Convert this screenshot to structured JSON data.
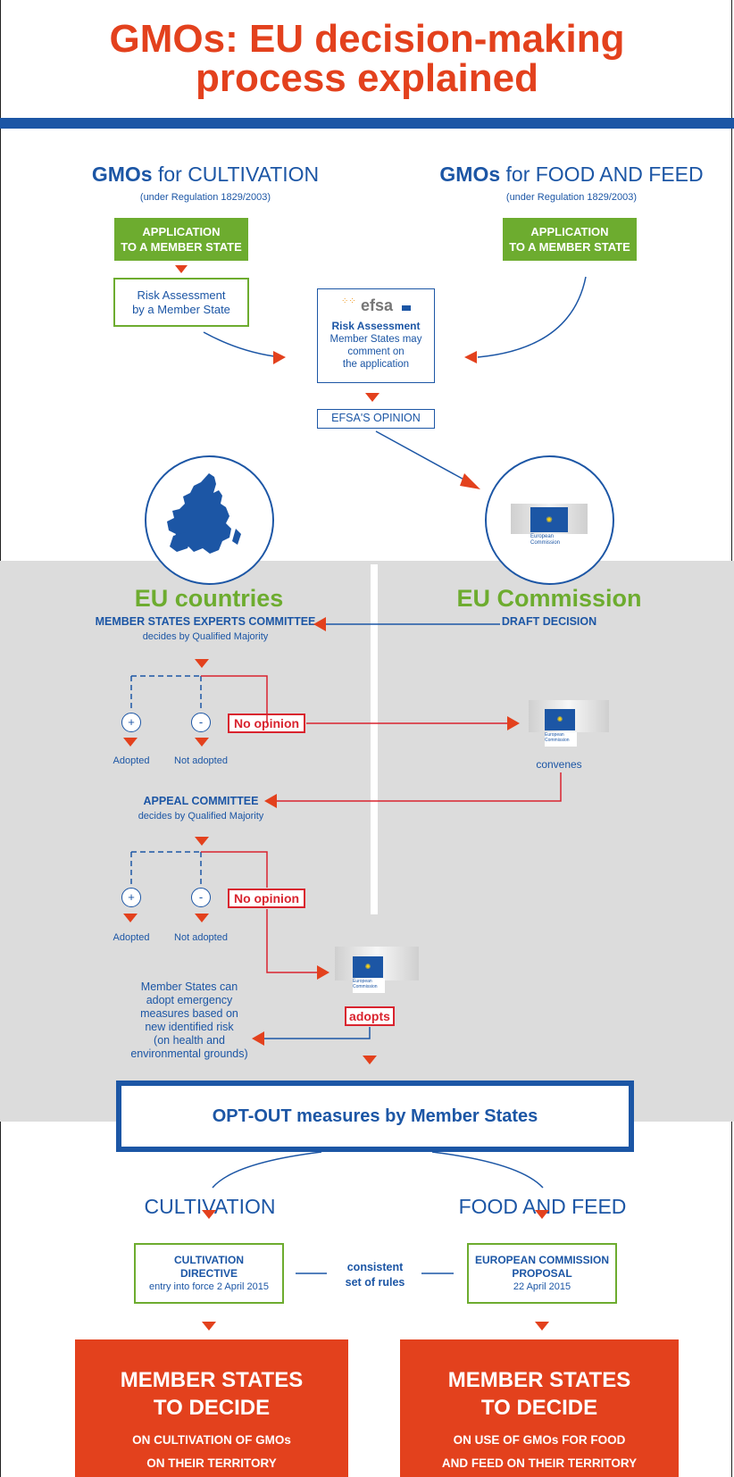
{
  "title": {
    "line1": "GMOs: EU decision-making",
    "line2": "process explained"
  },
  "left_column": {
    "head_bold": "GMOs",
    "head_rest": " for CULTIVATION",
    "regulation": "(under Regulation 1829/2003)",
    "application": [
      "APPLICATION",
      "TO A MEMBER STATE"
    ],
    "risk_assessment": [
      "Risk Assessment",
      "by a Member State"
    ]
  },
  "right_column": {
    "head_bold": "GMOs",
    "head_rest": " for FOOD AND FEED",
    "regulation": "(under Regulation 1829/2003)",
    "application": [
      "APPLICATION",
      "TO A MEMBER STATE"
    ]
  },
  "efsa": {
    "logo_text": "efsa",
    "risk_title": "Risk Assessment",
    "lines": [
      "Member States may",
      "comment on",
      "the application"
    ],
    "opinion": "EFSA'S OPINION"
  },
  "commission_logo": {
    "caption": [
      "European",
      "Commission"
    ]
  },
  "eu_countries": {
    "title": "EU countries",
    "committee": "MEMBER STATES EXPERTS COMMITTEE",
    "decides": "decides by Qualified Majority",
    "plus": "+",
    "minus": "-",
    "adopted": "Adopted",
    "not_adopted": "Not adopted",
    "no_opinion": "No opinion"
  },
  "eu_commission": {
    "title": "EU Commission",
    "draft": "DRAFT DECISION",
    "convenes": "convenes"
  },
  "appeal": {
    "committee": "APPEAL COMMITTEE",
    "decides": "decides by Qualified Majority",
    "plus": "+",
    "minus": "-",
    "adopted": "Adopted",
    "not_adopted": "Not adopted",
    "no_opinion": "No opinion",
    "adopts": "adopts"
  },
  "emergency": [
    "Member States can",
    "adopt emergency",
    "measures based on",
    "new identified risk",
    "(on health and",
    "environmental grounds)"
  ],
  "optout": "OPT-OUT measures by Member States",
  "bottom": {
    "cultivation": "CULTIVATION",
    "food_feed": "FOOD AND FEED",
    "directive": [
      "CULTIVATION",
      "DIRECTIVE"
    ],
    "directive_date": "entry into force 2 April 2015",
    "proposal": [
      "EUROPEAN COMMISSION",
      "PROPOSAL"
    ],
    "proposal_date": "22 April 2015",
    "consistent": [
      "consistent",
      "set of rules"
    ],
    "left_block": {
      "title": [
        "MEMBER STATES",
        "TO DECIDE"
      ],
      "sub": [
        "ON CULTIVATION OF GMOs",
        "ON THEIR TERRITORY"
      ]
    },
    "right_block": {
      "title": [
        "MEMBER STATES",
        "TO DECIDE"
      ],
      "sub": [
        "ON USE OF GMOs FOR FOOD",
        "AND FEED ON THEIR TERRITORY"
      ]
    }
  },
  "colors": {
    "blue": "#1c56a5",
    "red": "#e3411d",
    "green": "#6dac2f",
    "gray": "#dcdcdc",
    "alert": "#d9232e"
  }
}
